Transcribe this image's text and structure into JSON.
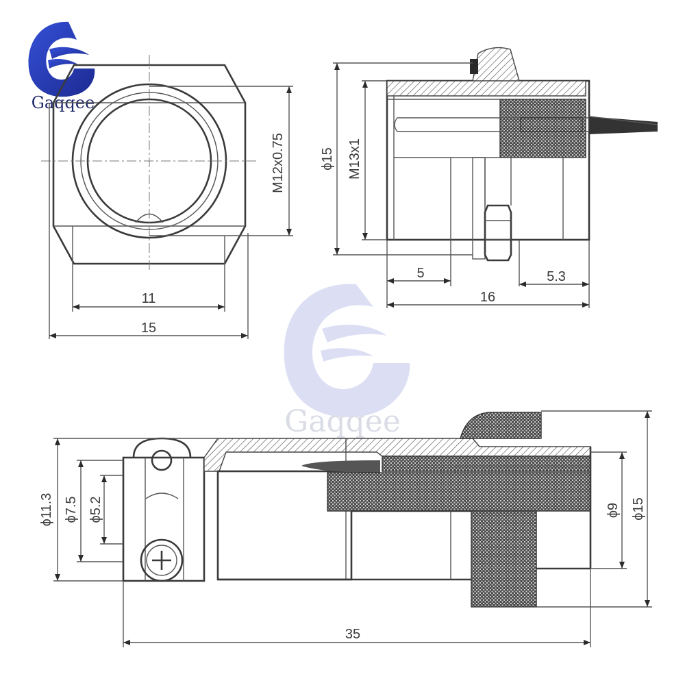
{
  "brand": {
    "name": "Gaqqee",
    "watermark_name": "Gaqqee",
    "logo_color": "#2b3fb8"
  },
  "front_view": {
    "dim_inner_width": "11",
    "dim_outer_width": "15",
    "dim_thread": "M12x0.75"
  },
  "side_view": {
    "dim_diameter": "ϕ15",
    "dim_thread": "M13x1",
    "dim_length_5": "5",
    "dim_length_5_3": "5.3",
    "dim_length_16": "16"
  },
  "bottom_view": {
    "dim_d1": "ϕ11.3",
    "dim_d2": "ϕ7.5",
    "dim_d3": "ϕ5.2",
    "dim_d4": "ϕ9",
    "dim_d5": "ϕ15",
    "dim_length_35": "35"
  }
}
